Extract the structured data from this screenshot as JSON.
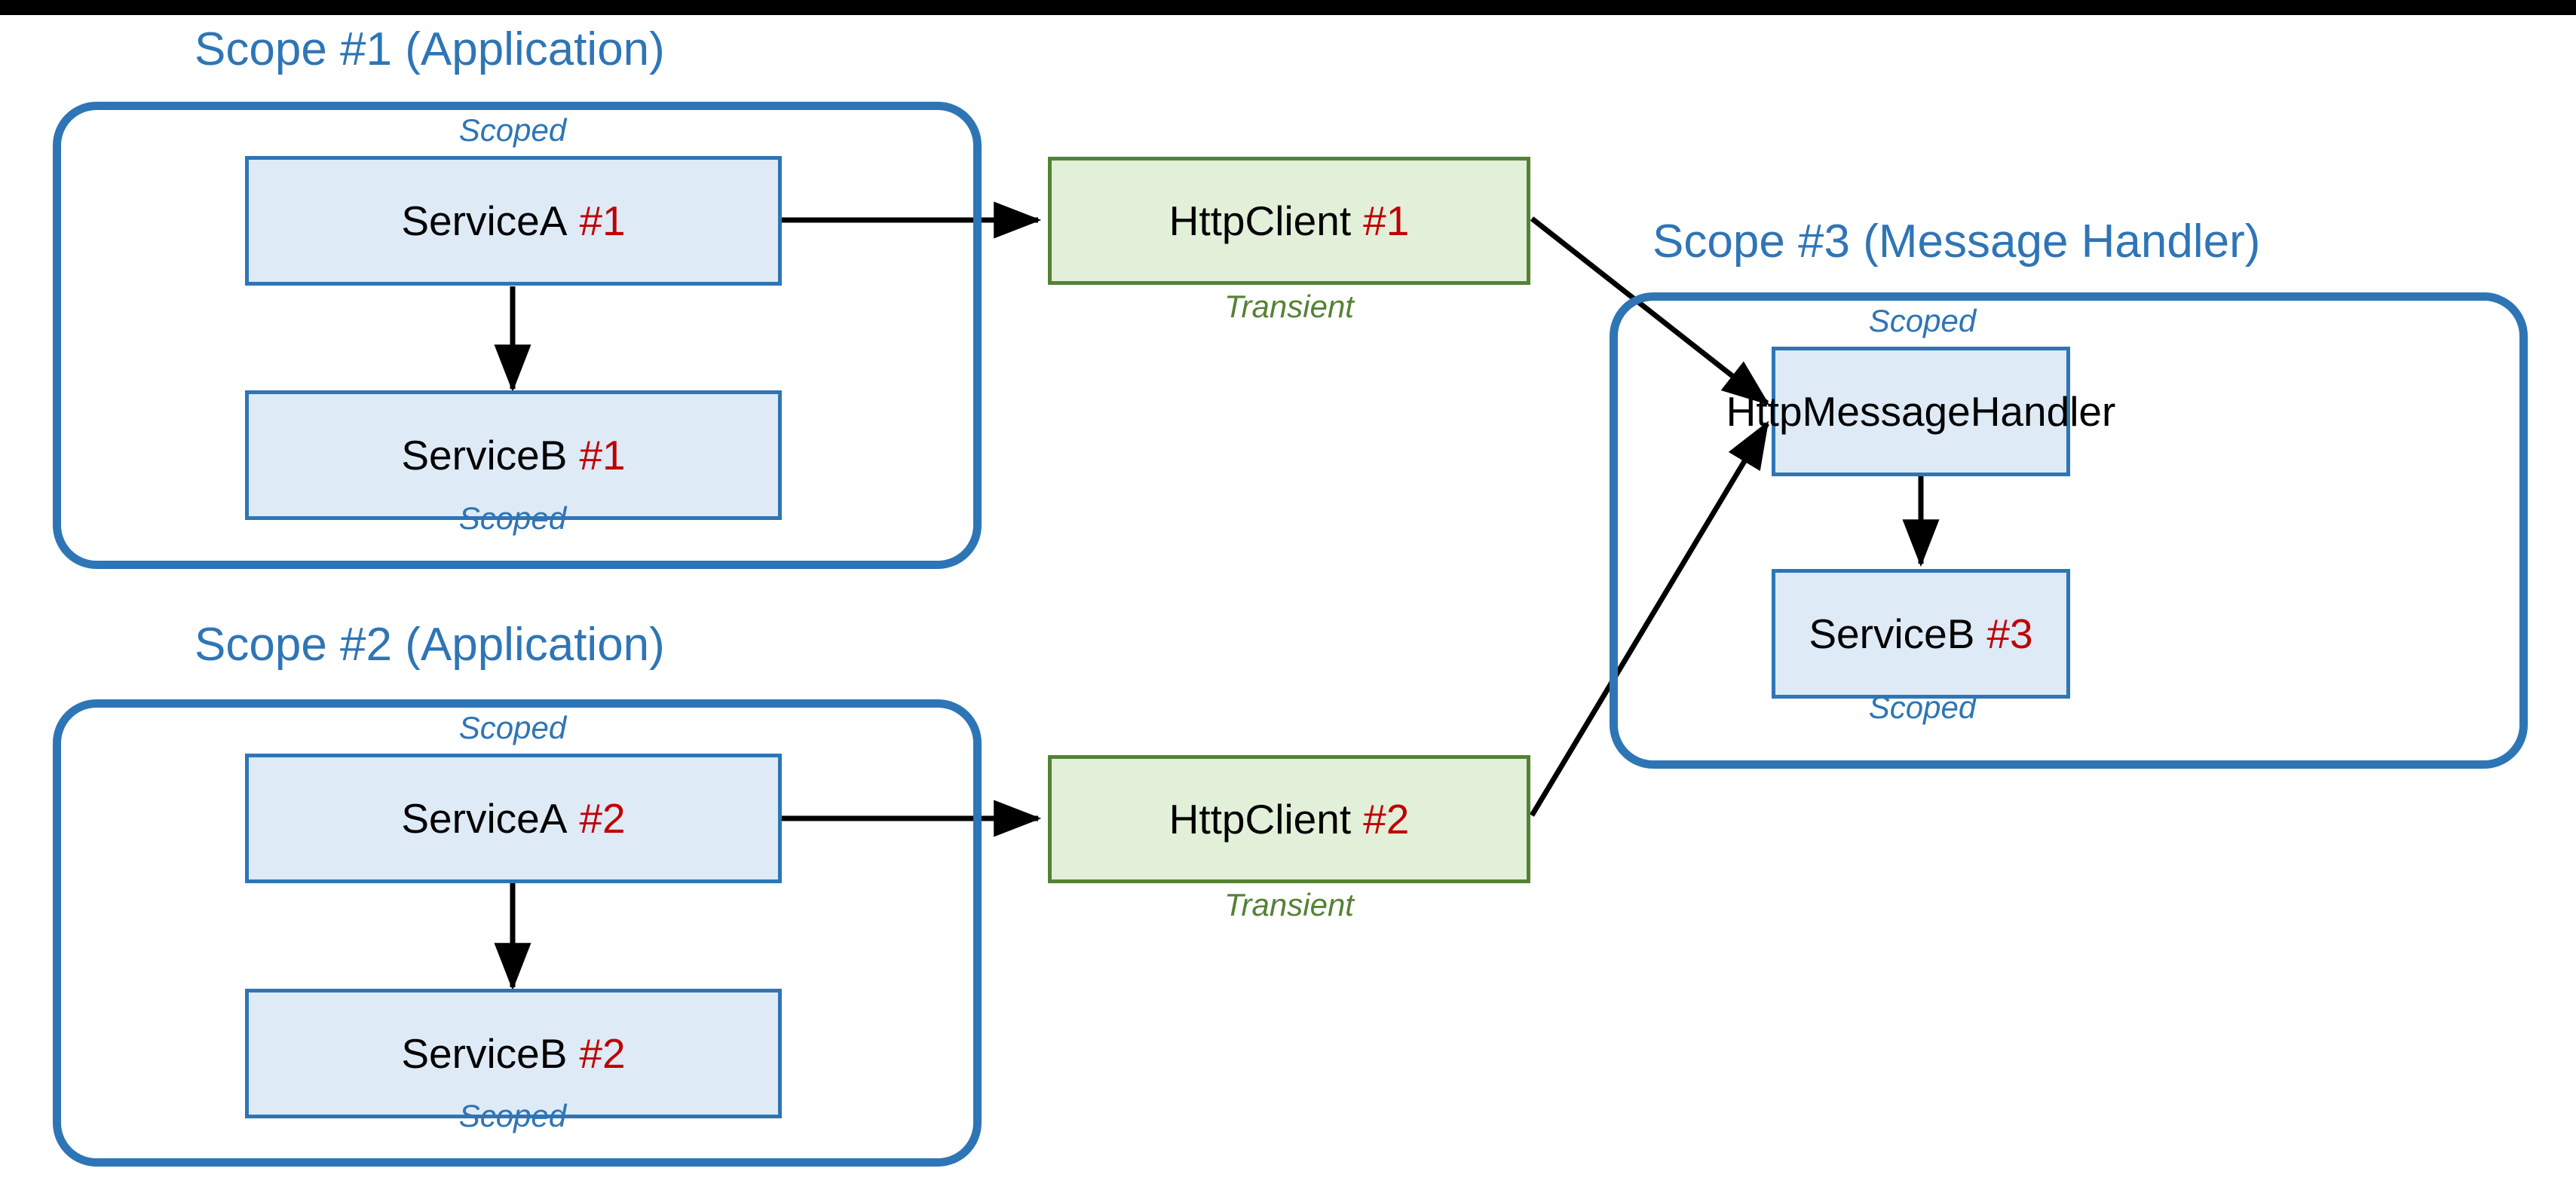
{
  "diagram": {
    "title_color": "#2E75B6",
    "accent_blue": "#2E75B6",
    "accent_green": "#548235",
    "accent_red": "#C00000",
    "node_blue_fill": "#DEEAF6",
    "node_green_fill": "#E2EFD9"
  },
  "scopes": [
    {
      "id": "scope1",
      "title": "Scope #1 (Application)",
      "top_caption": "Scoped",
      "bottom_caption": "Scoped",
      "nodes": [
        {
          "id": "serviceA1",
          "name": "ServiceA",
          "number": "#1"
        },
        {
          "id": "serviceB1",
          "name": "ServiceB",
          "number": "#1"
        }
      ]
    },
    {
      "id": "scope2",
      "title": "Scope #2 (Application)",
      "top_caption": "Scoped",
      "bottom_caption": "Scoped",
      "nodes": [
        {
          "id": "serviceA2",
          "name": "ServiceA",
          "number": "#2"
        },
        {
          "id": "serviceB2",
          "name": "ServiceB",
          "number": "#2"
        }
      ]
    },
    {
      "id": "scope3",
      "title": "Scope #3 (Message Handler)",
      "top_caption": "Scoped",
      "bottom_caption": "Scoped",
      "nodes": [
        {
          "id": "httpMessageHandler",
          "name": "HttpMessageHandler",
          "number": ""
        },
        {
          "id": "serviceB3",
          "name": "ServiceB",
          "number": "#3"
        }
      ]
    }
  ],
  "standalone_nodes": [
    {
      "id": "httpClient1",
      "name": "HttpClient",
      "number": "#1",
      "caption": "Transient"
    },
    {
      "id": "httpClient2",
      "name": "HttpClient",
      "number": "#2",
      "caption": "Transient"
    }
  ],
  "edges": [
    {
      "from": "serviceA1",
      "to": "serviceB1",
      "style": "straight-down"
    },
    {
      "from": "serviceA1",
      "to": "httpClient1",
      "style": "straight-right"
    },
    {
      "from": "httpClient1",
      "to": "httpMessageHandler",
      "style": "diagonal-down-right"
    },
    {
      "from": "serviceA2",
      "to": "serviceB2",
      "style": "straight-down"
    },
    {
      "from": "serviceA2",
      "to": "httpClient2",
      "style": "straight-right"
    },
    {
      "from": "httpClient2",
      "to": "httpMessageHandler",
      "style": "diagonal-up-right"
    },
    {
      "from": "httpMessageHandler",
      "to": "serviceB3",
      "style": "straight-down"
    }
  ]
}
